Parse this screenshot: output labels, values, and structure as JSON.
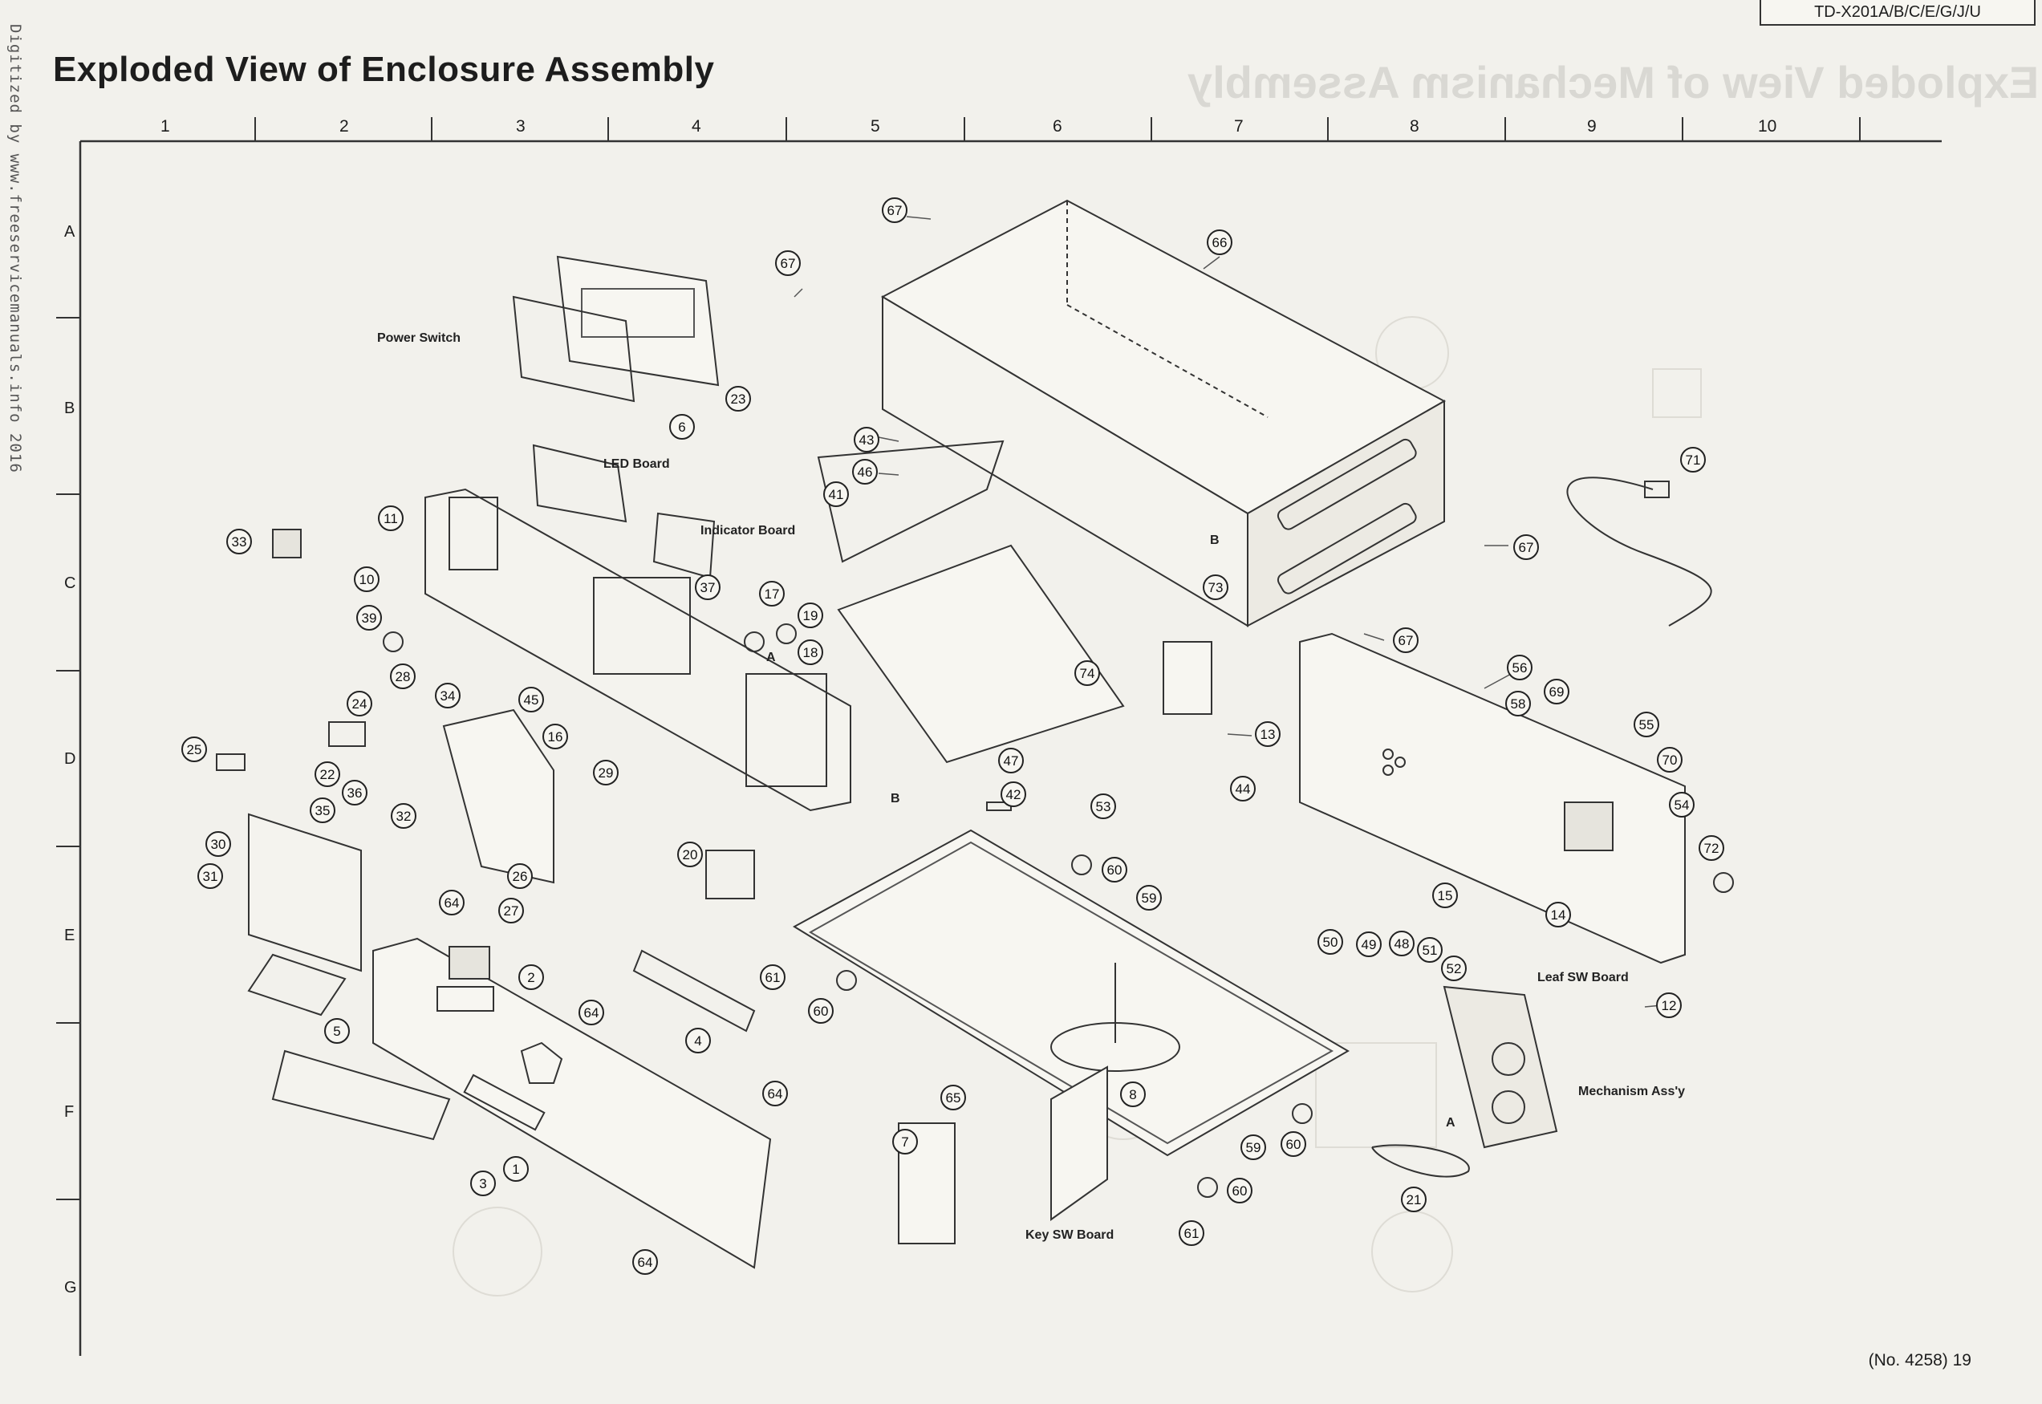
{
  "header": {
    "model": "TD-X201A/B/C/E/G/J/U",
    "title": "Exploded View of Enclosure Assembly",
    "ghost_title": "Exploded View of Mechanism Assembly"
  },
  "watermark": "Digitized by www.freeservicemanuals.info 2016",
  "footer": {
    "page": "(No. 4258) 19"
  },
  "grid": {
    "columns": [
      "1",
      "2",
      "3",
      "4",
      "5",
      "6",
      "7",
      "8",
      "9",
      "10"
    ],
    "rows": [
      "A",
      "B",
      "C",
      "D",
      "E",
      "F",
      "G"
    ]
  },
  "component_labels": {
    "power_switch": "Power Switch",
    "led_board": "LED Board",
    "indicator_board": "Indicator Board",
    "leaf_sw_board": "Leaf SW Board",
    "mechanism_assy": "Mechanism Ass'y",
    "key_sw_board": "Key SW Board",
    "ref_a": "A",
    "ref_b": "B"
  },
  "callouts": [
    {
      "n": "67"
    },
    {
      "n": "67"
    },
    {
      "n": "66"
    },
    {
      "n": "23"
    },
    {
      "n": "6"
    },
    {
      "n": "43"
    },
    {
      "n": "46"
    },
    {
      "n": "41"
    },
    {
      "n": "71"
    },
    {
      "n": "11"
    },
    {
      "n": "33"
    },
    {
      "n": "10"
    },
    {
      "n": "39"
    },
    {
      "n": "37"
    },
    {
      "n": "17"
    },
    {
      "n": "19"
    },
    {
      "n": "18"
    },
    {
      "n": "73"
    },
    {
      "n": "67"
    },
    {
      "n": "67"
    },
    {
      "n": "28"
    },
    {
      "n": "34"
    },
    {
      "n": "24"
    },
    {
      "n": "45"
    },
    {
      "n": "74"
    },
    {
      "n": "56"
    },
    {
      "n": "58"
    },
    {
      "n": "69"
    },
    {
      "n": "55"
    },
    {
      "n": "25"
    },
    {
      "n": "22"
    },
    {
      "n": "16"
    },
    {
      "n": "29"
    },
    {
      "n": "47"
    },
    {
      "n": "13"
    },
    {
      "n": "70"
    },
    {
      "n": "36"
    },
    {
      "n": "35"
    },
    {
      "n": "32"
    },
    {
      "n": "42"
    },
    {
      "n": "53"
    },
    {
      "n": "44"
    },
    {
      "n": "54"
    },
    {
      "n": "30"
    },
    {
      "n": "20"
    },
    {
      "n": "26"
    },
    {
      "n": "60"
    },
    {
      "n": "72"
    },
    {
      "n": "31"
    },
    {
      "n": "64"
    },
    {
      "n": "27"
    },
    {
      "n": "59"
    },
    {
      "n": "15"
    },
    {
      "n": "14"
    },
    {
      "n": "2"
    },
    {
      "n": "50"
    },
    {
      "n": "49"
    },
    {
      "n": "48"
    },
    {
      "n": "51"
    },
    {
      "n": "52"
    },
    {
      "n": "61"
    },
    {
      "n": "60"
    },
    {
      "n": "64"
    },
    {
      "n": "5"
    },
    {
      "n": "4"
    },
    {
      "n": "12"
    },
    {
      "n": "65"
    },
    {
      "n": "8"
    },
    {
      "n": "64"
    },
    {
      "n": "59"
    },
    {
      "n": "60"
    },
    {
      "n": "7"
    },
    {
      "n": "1"
    },
    {
      "n": "3"
    },
    {
      "n": "60"
    },
    {
      "n": "21"
    },
    {
      "n": "61"
    },
    {
      "n": "64"
    }
  ]
}
